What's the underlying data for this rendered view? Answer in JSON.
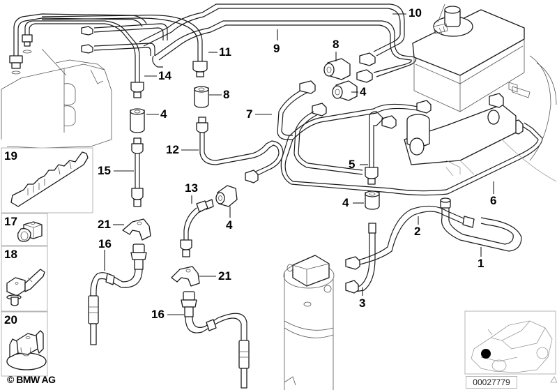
{
  "diagram": {
    "title": "Brake pipe front / ABS",
    "copyright": "© BMW AG",
    "diagram_id": "00027779",
    "callouts": [
      {
        "id": "1",
        "label": "1"
      },
      {
        "id": "2",
        "label": "2"
      },
      {
        "id": "3",
        "label": "3"
      },
      {
        "id": "4",
        "label": "4"
      },
      {
        "id": "5",
        "label": "5"
      },
      {
        "id": "6",
        "label": "6"
      },
      {
        "id": "7",
        "label": "7"
      },
      {
        "id": "8",
        "label": "8"
      },
      {
        "id": "9",
        "label": "9"
      },
      {
        "id": "10",
        "label": "10"
      },
      {
        "id": "11",
        "label": "11"
      },
      {
        "id": "12",
        "label": "12"
      },
      {
        "id": "13",
        "label": "13"
      },
      {
        "id": "14",
        "label": "14"
      },
      {
        "id": "15",
        "label": "15"
      },
      {
        "id": "16",
        "label": "16"
      },
      {
        "id": "17",
        "label": "17"
      },
      {
        "id": "18",
        "label": "18"
      },
      {
        "id": "19",
        "label": "19"
      },
      {
        "id": "20",
        "label": "20"
      },
      {
        "id": "21",
        "label": "21"
      }
    ],
    "insets": [
      {
        "id": "19",
        "label": "19",
        "part": "pipe-holder-clip-strip"
      },
      {
        "id": "17",
        "label": "17",
        "part": "pipe-clip"
      },
      {
        "id": "18",
        "label": "18",
        "part": "pipe-clip-with-bracket"
      },
      {
        "id": "20",
        "label": "20",
        "part": "pipe-clip-with-base"
      }
    ],
    "locator": {
      "description": "car-locator-front-left",
      "marker_color": "#000000"
    }
  }
}
